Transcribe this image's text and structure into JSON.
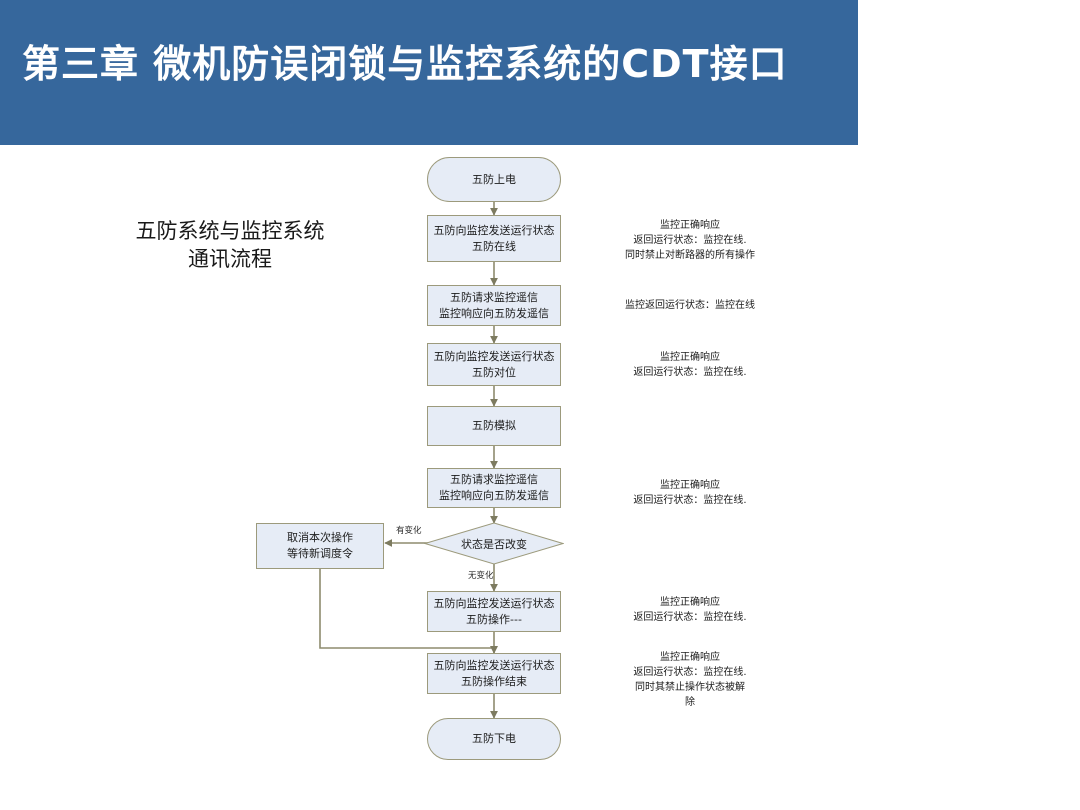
{
  "header": {
    "title": "第三章 微机防误闭锁与监控系统的CDT接口",
    "bar_color": "#36679c",
    "text_color": "#ffffff"
  },
  "caption": {
    "line1": "五防系统与监控系统",
    "line2": "通讯流程"
  },
  "palette": {
    "node_fill": "#e6ecf6",
    "node_border": "#9c9a7c",
    "connector": "#8d8b6e",
    "page_background": "#ffffff"
  },
  "flowchart": {
    "nodes": [
      {
        "id": "n1",
        "shape": "terminator",
        "line1": "五防上电",
        "line2": ""
      },
      {
        "id": "n2",
        "shape": "process",
        "line1": "五防向监控发送运行状态",
        "line2": "五防在线"
      },
      {
        "id": "n3",
        "shape": "process",
        "line1": "五防请求监控遥信",
        "line2": "监控响应向五防发遥信"
      },
      {
        "id": "n4",
        "shape": "process",
        "line1": "五防向监控发送运行状态",
        "line2": "五防对位"
      },
      {
        "id": "n5",
        "shape": "process",
        "line1": "五防模拟",
        "line2": ""
      },
      {
        "id": "n6",
        "shape": "process",
        "line1": "五防请求监控遥信",
        "line2": "监控响应向五防发遥信"
      },
      {
        "id": "n7",
        "shape": "decision",
        "line1": "状态是否改变",
        "line2": ""
      },
      {
        "id": "n8",
        "shape": "process",
        "line1": "取消本次操作",
        "line2": "等待新调度令"
      },
      {
        "id": "n9",
        "shape": "process",
        "line1": "五防向监控发送运行状态",
        "line2": "五防操作---"
      },
      {
        "id": "n10",
        "shape": "process",
        "line1": "五防向监控发送运行状态",
        "line2": "五防操作结束"
      },
      {
        "id": "n11",
        "shape": "terminator",
        "line1": "五防下电",
        "line2": ""
      }
    ],
    "edge_labels": [
      {
        "id": "e_yes",
        "text": "有变化"
      },
      {
        "id": "e_no",
        "text": "无变化"
      }
    ],
    "annotations": [
      {
        "id": "a1",
        "lines": [
          "监控正确响应",
          "返回运行状态：监控在线.",
          "同时禁止对断路器的所有操作"
        ]
      },
      {
        "id": "a2",
        "lines": [
          "监控返回运行状态：监控在线"
        ]
      },
      {
        "id": "a3",
        "lines": [
          "监控正确响应",
          "返回运行状态：监控在线."
        ]
      },
      {
        "id": "a4",
        "lines": [
          "监控正确响应",
          "返回运行状态：监控在线."
        ]
      },
      {
        "id": "a5",
        "lines": [
          "监控正确响应",
          "返回运行状态：监控在线."
        ]
      },
      {
        "id": "a6",
        "lines": [
          "监控正确响应",
          "返回运行状态：监控在线.",
          "同时其禁止操作状态被解",
          "除"
        ]
      }
    ]
  }
}
